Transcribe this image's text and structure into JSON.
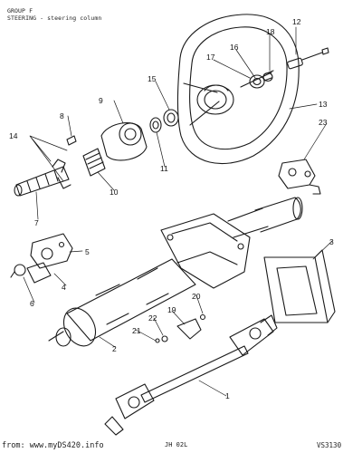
{
  "header": {
    "group": "GROUP F",
    "title": "STEERING - steering column"
  },
  "parts": [
    {
      "label": "1"
    },
    {
      "label": "2"
    },
    {
      "label": "3"
    },
    {
      "label": "4"
    },
    {
      "label": "5"
    },
    {
      "label": "6"
    },
    {
      "label": "7"
    },
    {
      "label": "8"
    },
    {
      "label": "9"
    },
    {
      "label": "10"
    },
    {
      "label": "11"
    },
    {
      "label": "12"
    },
    {
      "label": "13"
    },
    {
      "label": "14"
    },
    {
      "label": "15"
    },
    {
      "label": "16"
    },
    {
      "label": "17"
    },
    {
      "label": "18"
    },
    {
      "label": "19"
    },
    {
      "label": "20"
    },
    {
      "label": "21"
    },
    {
      "label": "22"
    },
    {
      "label": "23"
    }
  ],
  "footer": {
    "watermark": "from: www.myDS420.info",
    "fragment": "JH 02L",
    "code": "VS3130"
  }
}
